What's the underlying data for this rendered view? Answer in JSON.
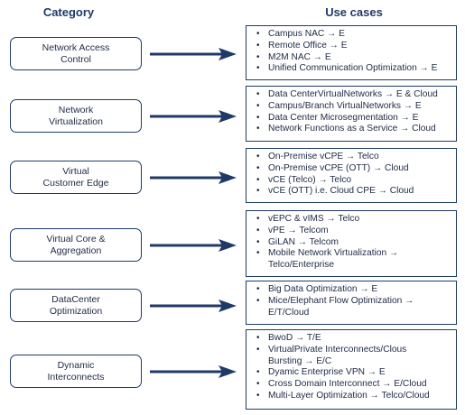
{
  "headers": {
    "category": "Category",
    "use_cases": "Use cases"
  },
  "rows": [
    {
      "category": "Network Access\nControl",
      "items": [
        "Campus NAC → E",
        "Remote Office → E",
        "M2M NAC → E",
        "Unified Communication Optimization → E"
      ]
    },
    {
      "category": "Network\nVirtualization",
      "items": [
        "Data CenterVirtualNetworks → E & Cloud",
        "Campus/Branch VirtualNetworks → E",
        "Data Center Microsegmentation → E",
        "Network Functions as a Service → Cloud"
      ]
    },
    {
      "category": "Virtual\nCustomer Edge",
      "items": [
        "On-Premise vCPE → Telco",
        "On-Premise vCPE (OTT) → Cloud",
        "vCE (Telco) → Telco",
        "vCE (OTT) i.e. Cloud CPE → Cloud"
      ]
    },
    {
      "category": "Virtual Core &\nAggregation",
      "items": [
        "vEPC & vIMS → Telco",
        "vPE → Telcom",
        "GiLAN → Telcom",
        "Mobile Network Virtualization →\nTelco/Enterprise"
      ]
    },
    {
      "category": "DataCenter\nOptimization",
      "items": [
        "Big Data Optimization → E",
        "Mice/Elephant Flow Optimization →\nE/T/Cloud"
      ]
    },
    {
      "category": "Dynamic\nInterconnects",
      "items": [
        "BwoD → T/E",
        "VirtualPrivate Interconnects/Clous\nBursting → E/C",
        "Dyamic Enterprise VPN → E",
        "Cross Domain Interconnect → E/Cloud",
        "Multi-Layer Optimization → Telco/Cloud"
      ]
    }
  ],
  "colors": {
    "accent": "#1f3a68"
  }
}
